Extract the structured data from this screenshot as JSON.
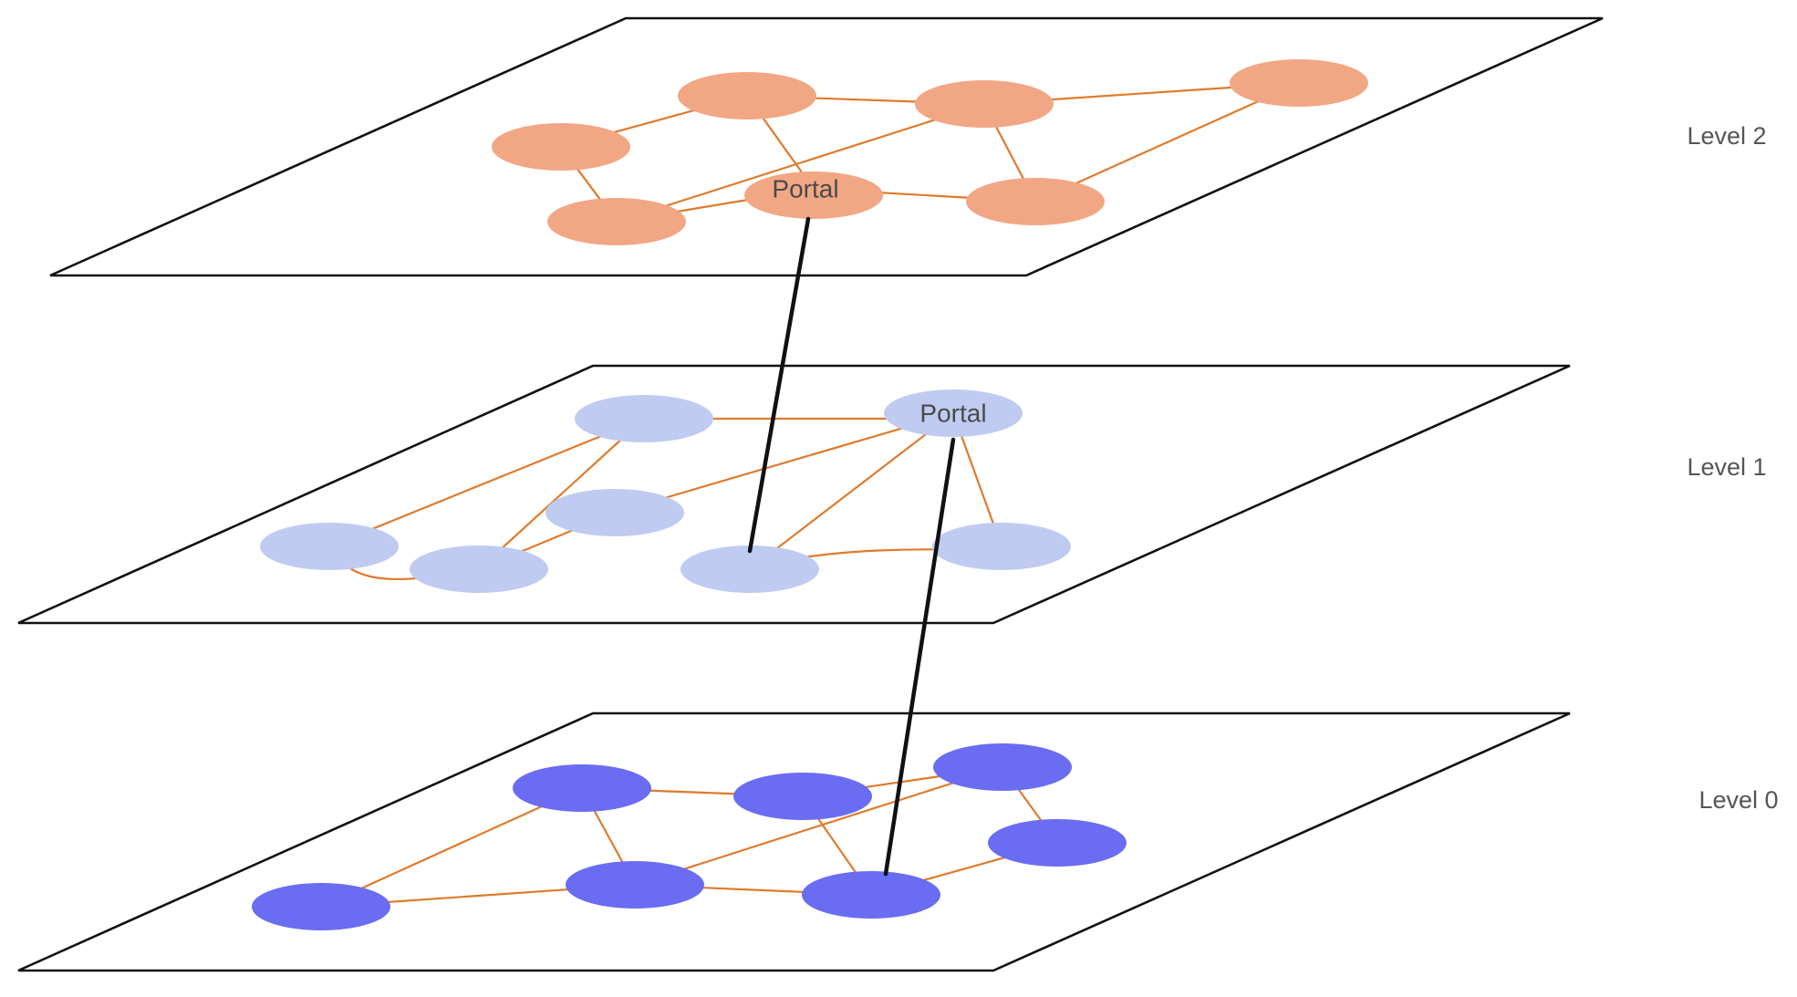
{
  "colors": {
    "level2_node": "#f2a784",
    "level1_node": "#c0cbf1",
    "level0_node": "#6a6cf1",
    "edge": "#e07a2c",
    "link": "#111111"
  },
  "levels": {
    "level2": {
      "label": "Level 2",
      "portal_label": "Portal"
    },
    "level1": {
      "label": "Level 1",
      "portal_label": "Portal"
    },
    "level0": {
      "label": "Level 0"
    }
  }
}
